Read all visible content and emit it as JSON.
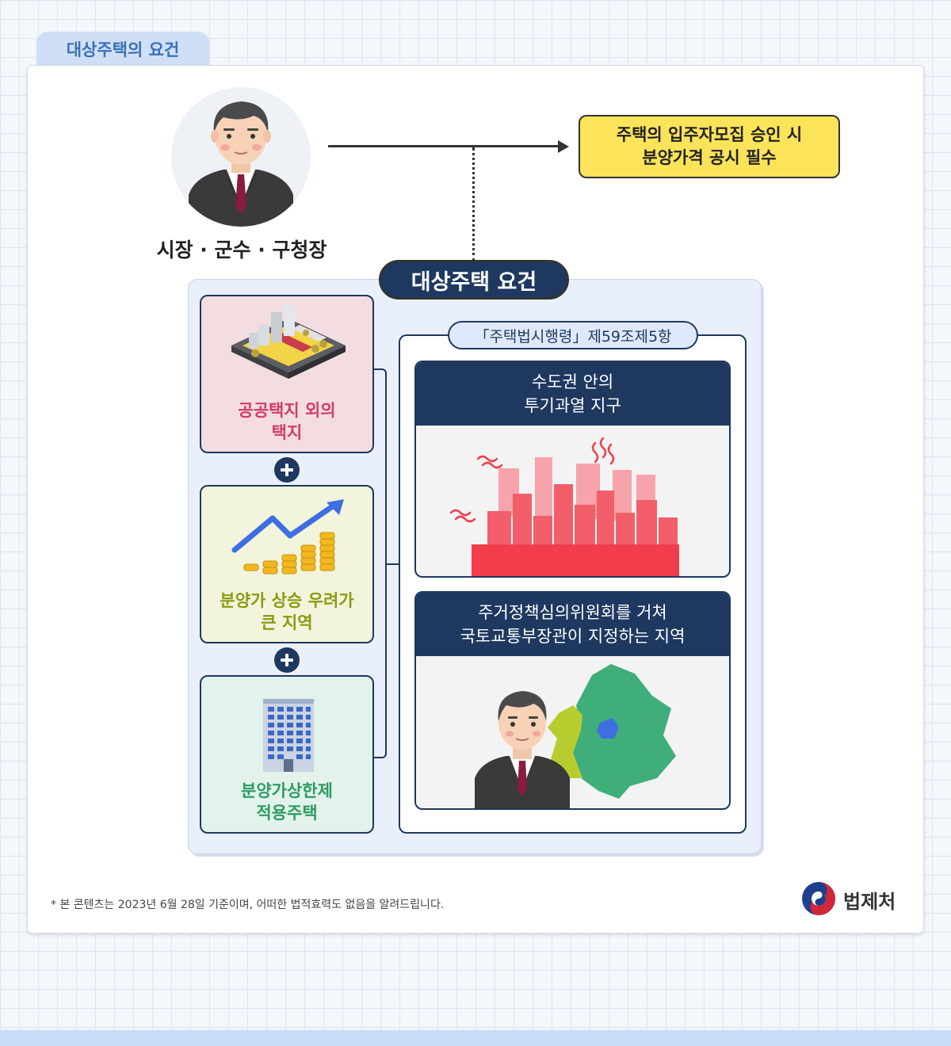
{
  "header": {
    "tab_title": "대상주택의 요건"
  },
  "mayor": {
    "label": "시장 · 군수 · 구청장"
  },
  "notice": {
    "line1": "주택의 입주자모집 승인 시",
    "line2": "분양가격 공시 필수"
  },
  "panel": {
    "title": "대상주택 요건"
  },
  "conditions": [
    {
      "line1": "공공택지 외의",
      "line2": "택지",
      "color": "#d43b6b",
      "bg": "#f3dde0",
      "icon": "city-block-icon"
    },
    {
      "line1": "분양가 상승 우려가",
      "line2": "큰 지역",
      "color": "#8a9a12",
      "bg": "#f3f4dc",
      "icon": "rising-coins-icon"
    },
    {
      "line1": "분양가상한제",
      "line2": "적용주택",
      "color": "#2f9a66",
      "bg": "#e1f3ea",
      "icon": "apartment-building-icon"
    }
  ],
  "law": {
    "tag": "「주택법시행령」제59조제5항",
    "areas": [
      {
        "line1": "수도권 안의",
        "line2": "투기과열 지구",
        "icon": "overheated-city-icon"
      },
      {
        "line1": "주거정책심의위원회를 거쳐",
        "line2": "국토교통부장관이 지정하는 지역",
        "icon": "minister-map-icon"
      }
    ]
  },
  "footer": {
    "note": "* 본 콘텐츠는 2023년 6월 28일 기준이며, 어떠한 법적효력도 없음을 알려드립니다.",
    "logo": "법제처"
  },
  "colors": {
    "navy": "#1e3860",
    "yellow": "#fbe35a",
    "red": "#f13d4c",
    "green": "#3fae7b"
  }
}
